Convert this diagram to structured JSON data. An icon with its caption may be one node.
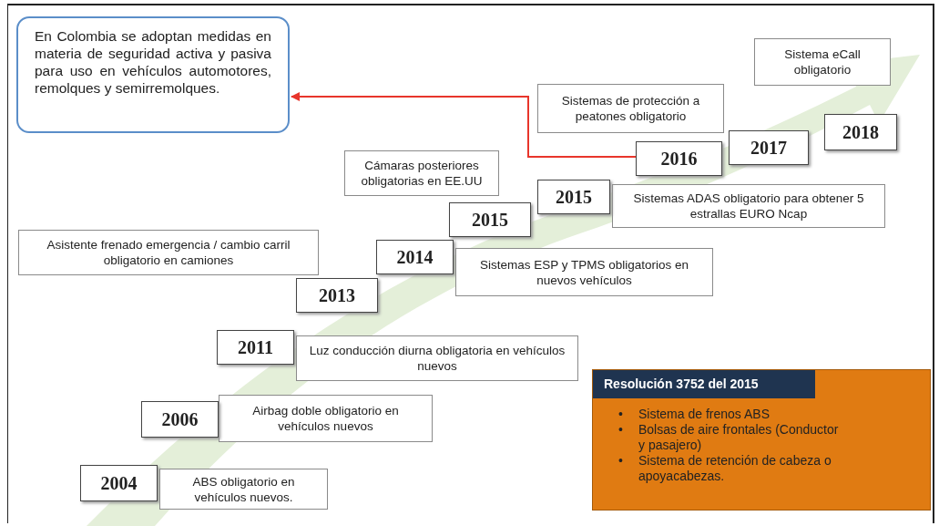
{
  "diagram": {
    "nodes": [
      {
        "text": [
          "En Colombia se adoptan medidas en materia de seguridad activa y pasiva para uso en vehículos automotores, remolques y semirremolques."
        ]
      },
      {
        "text": [
          "Sistemas de protección a peatones obligatorio"
        ]
      },
      {
        "text": [
          "Sistema eCall obligatorio"
        ]
      },
      {
        "text": [
          "2016"
        ]
      },
      {
        "text": [
          "2017"
        ]
      },
      {
        "text": [
          "2018"
        ]
      },
      {
        "text": [
          "Cámaras posteriores obligatorias en EE.UU"
        ]
      },
      {
        "text": [
          "2015"
        ]
      },
      {
        "text": [
          "Sistemas ADAS obligatorio para obtener 5 estrallas EURO Ncap"
        ]
      },
      {
        "text": [
          "2015"
        ]
      },
      {
        "text": [
          "Asistente frenado emergencia / cambio carril obligatorio en camiones"
        ]
      },
      {
        "text": [
          "2014"
        ]
      },
      {
        "text": [
          "Sistemas ESP y TPMS obligatorios en nuevos vehículos"
        ]
      },
      {
        "text": [
          "2013"
        ]
      },
      {
        "text": [
          "2011"
        ]
      },
      {
        "text": [
          "Luz conducción diurna obligatoria en vehículos nuevos"
        ]
      },
      {
        "text": [
          "Airbag doble obligatorio en vehículos nuevos"
        ]
      },
      {
        "text": [
          "2006"
        ]
      },
      {
        "text": [
          "2004"
        ]
      },
      {
        "text": [
          "ABS obligatorio en vehículos nuevos."
        ]
      },
      {
        "text": [
          "Resolución 3752 del 2015",
          "Sistema de frenos ABS",
          "Bolsas de aire frontales (Conductor y pasajero)",
          "Sistema de retención de cabeza o apoyacabezas."
        ]
      }
    ],
    "labels": [
      "•",
      "•",
      "•"
    ],
    "edges": [
      {
        "from": 3,
        "to": 0,
        "arrow": "to",
        "color": "#e8352b"
      }
    ]
  }
}
